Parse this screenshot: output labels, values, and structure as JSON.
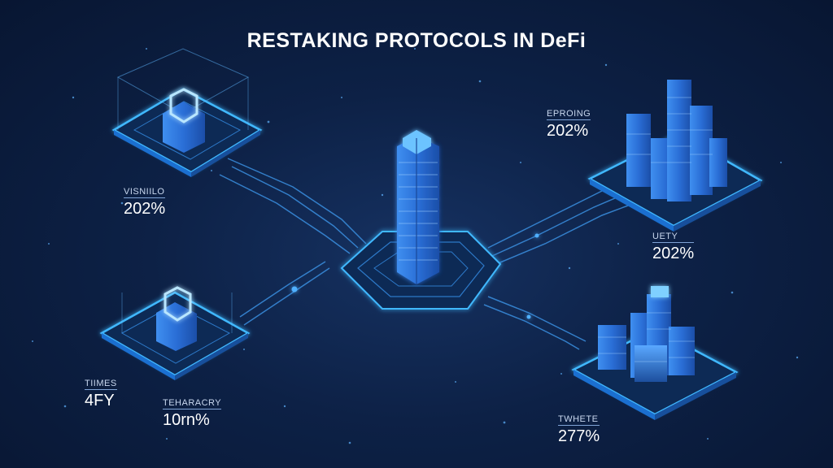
{
  "title": "RESTAKING PROTOCOLS IN DeFi",
  "colors": {
    "accent": "#3fb6ff",
    "background": "#0b1a33",
    "text": "#ffffff"
  },
  "icons": [
    "shield-icon",
    "shield-icon",
    "tower-icon",
    "building-cluster-icon",
    "building-cluster-icon"
  ],
  "labels": {
    "top_left": {
      "name": "VISNIILO",
      "value": "202%"
    },
    "top_right": {
      "name": "EPROING",
      "value": "202%"
    },
    "mid_right": {
      "name": "UETY",
      "value": "202%"
    },
    "bottom_left_a": {
      "name": "TIIMES",
      "value": "4FY"
    },
    "bottom_left_b": {
      "name": "TEHARACRY",
      "value": "10rn%"
    },
    "bottom_right": {
      "name": "TWHETE",
      "value": "277%"
    }
  }
}
